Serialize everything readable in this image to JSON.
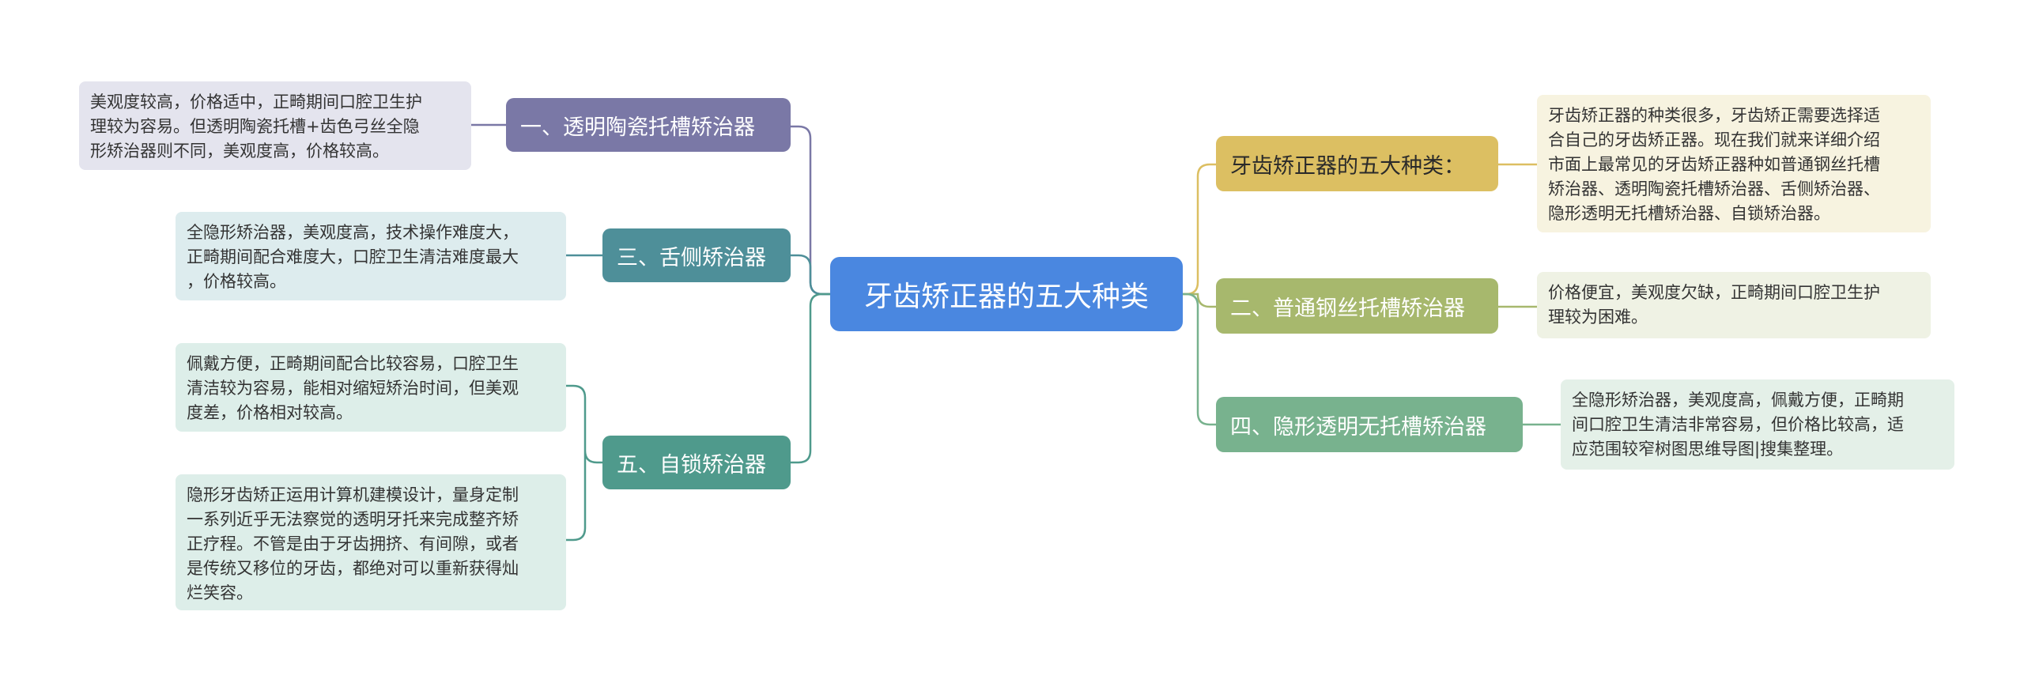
{
  "center": {
    "label": "牙齿矫正器的五大种类"
  },
  "left": [
    {
      "label": "一、透明陶瓷托槽矫治器",
      "color": "#7a78a6",
      "notes": [
        "美观度较高，价格适中，正畸期间口腔卫生护\n理较为容易。但透明陶瓷托槽+齿色弓丝全隐\n形矫治器则不同，美观度高，价格较高。"
      ]
    },
    {
      "label": "三、舌侧矫治器",
      "color": "#4e8f99",
      "notes": [
        "全隐形矫治器，美观度高，技术操作难度大，\n正畸期间配合难度大，口腔卫生清洁难度最大\n，价格较高。"
      ]
    },
    {
      "label": "五、自锁矫治器",
      "color": "#4f9a8c",
      "notes": [
        "佩戴方便，正畸期间配合比较容易，口腔卫生\n清洁较为容易，能相对缩短矫治时间，但美观\n度差，价格相对较高。",
        "隐形牙齿矫正运用计算机建模设计，量身定制\n一系列近乎无法察觉的透明牙托来完成整齐矫\n正疗程。不管是由于牙齿拥挤、有间隙，或者\n是传统又移位的牙齿，都绝对可以重新获得灿\n烂笑容。"
      ]
    }
  ],
  "right": [
    {
      "label": "牙齿矫正器的五大种类：",
      "color": "#dcbf62",
      "notes": [
        "牙齿矫正器的种类很多，牙齿矫正需要选择适\n合自己的牙齿矫正器。现在我们就来详细介绍\n市面上最常见的牙齿矫正器种如普通钢丝托槽\n矫治器、透明陶瓷托槽矫治器、舌侧矫治器、\n隐形透明无托槽矫治器、自锁矫治器。"
      ]
    },
    {
      "label": "二、普通钢丝托槽矫治器",
      "color": "#a7b86d",
      "notes": [
        "价格便宜，美观度欠缺，正畸期间口腔卫生护\n理较为困难。"
      ]
    },
    {
      "label": "四、隐形透明无托槽矫治器",
      "color": "#78b28e",
      "notes": [
        "全隐形矫治器，美观度高，佩戴方便，正畸期\n间口腔卫生清洁非常容易，但价格比较高，适\n应范围较窄树图思维导图|搜集整理。"
      ]
    }
  ],
  "colors": {
    "center": "#4a87e0",
    "left_note_bg": [
      "#e4e4ee",
      "#ddecee",
      "#ddeee9"
    ],
    "right_note_bg": [
      "#f7f3e0",
      "#eff2e4",
      "#e4f0e8"
    ]
  }
}
